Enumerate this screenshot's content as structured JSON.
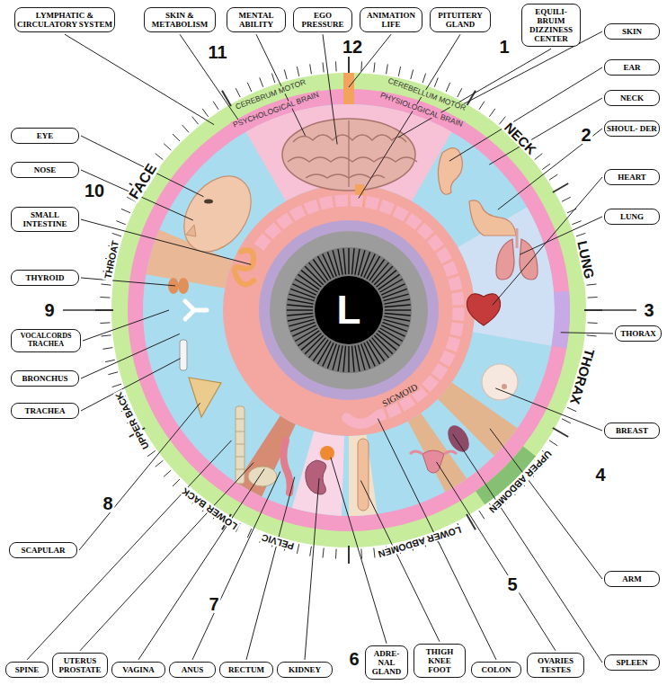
{
  "diagram": {
    "nodes": [
      {
        "text": [
          "LYMPHATIC & CIRCULATORY SYSTEM"
        ]
      },
      {
        "text": [
          "SKIN & METABOLISM"
        ]
      },
      {
        "text": [
          "MENTAL ABILITY"
        ]
      },
      {
        "text": [
          "EGO PRESSURE"
        ]
      },
      {
        "text": [
          "ANIMATION LIFE"
        ]
      },
      {
        "text": [
          "PITUITERY GLAND"
        ]
      },
      {
        "text": [
          "EQUILI- BRUIM DIZZINESS CENTER"
        ]
      },
      {
        "text": [
          "SKIN"
        ]
      },
      {
        "text": [
          "EAR"
        ]
      },
      {
        "text": [
          "NECK"
        ]
      },
      {
        "text": [
          "SHOUL- DER"
        ]
      },
      {
        "text": [
          "HEART"
        ]
      },
      {
        "text": [
          "LUNG"
        ]
      },
      {
        "text": [
          "THORAX"
        ]
      },
      {
        "text": [
          "BREAST"
        ]
      },
      {
        "text": [
          "ARM"
        ]
      },
      {
        "text": [
          "SPLEEN"
        ]
      },
      {
        "text": [
          "OVARIES TESTES"
        ]
      },
      {
        "text": [
          "COLON"
        ]
      },
      {
        "text": [
          "THIGH KNEE FOOT"
        ]
      },
      {
        "text": [
          "ADRE- NAL GLAND"
        ]
      },
      {
        "text": [
          "KIDNEY"
        ]
      },
      {
        "text": [
          "RECTUM"
        ]
      },
      {
        "text": [
          "ANUS"
        ]
      },
      {
        "text": [
          "VAGINA"
        ]
      },
      {
        "text": [
          "UTERUS PROSTATE"
        ]
      },
      {
        "text": [
          "SPINE"
        ]
      },
      {
        "text": [
          "SCAPULAR"
        ]
      },
      {
        "text": [
          "TRACHEA"
        ]
      },
      {
        "text": [
          "BRONCHUS"
        ]
      },
      {
        "text": [
          "VOCALCORDS TRACHEA"
        ]
      },
      {
        "text": [
          "THYROID"
        ]
      },
      {
        "text": [
          "SMALL INTESTINE"
        ]
      },
      {
        "text": [
          "NOSE"
        ]
      },
      {
        "text": [
          "EYE"
        ]
      }
    ],
    "labels": [
      "12",
      "1",
      "2",
      "3",
      "4",
      "5",
      "6",
      "7",
      "8",
      "9",
      "10",
      "11",
      "CEREBRUM MOTOR",
      "PSYCHOLOGICAL BRAIN",
      "CEREBELLUM MOTOR",
      "PHYSIOLOGICAL BRAIN",
      "FACE",
      "NECK",
      "LUNG",
      "THORAX",
      "UPPER ABDOMEN",
      "LOWER ABDOMEN",
      "PELVIC",
      "LOWER BACK",
      "UPPER BACK",
      "THROAT",
      "SIGMOID",
      "L"
    ]
  }
}
